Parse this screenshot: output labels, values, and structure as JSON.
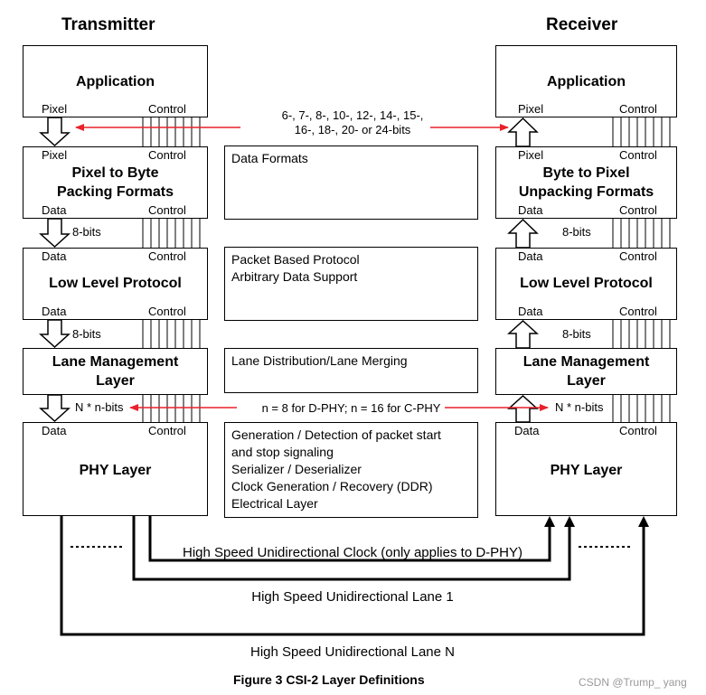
{
  "transmitter": {
    "title": "Transmitter",
    "application": {
      "title": "Application",
      "pixel": "Pixel",
      "control": "Control"
    },
    "packing": {
      "title_line1": "Pixel to Byte",
      "title_line2": "Packing Formats",
      "pixel": "Pixel",
      "control": "Control",
      "data": "Data",
      "control_bottom": "Control"
    },
    "llp": {
      "title": "Low Level Protocol",
      "data_top": "Data",
      "control_top": "Control",
      "data_bottom": "Data",
      "control_bottom": "Control"
    },
    "lane_mgmt": {
      "title_line1": "Lane Management",
      "title_line2": "Layer"
    },
    "phy": {
      "title": "PHY Layer",
      "data": "Data",
      "control": "Control"
    },
    "bits_8_a": "8-bits",
    "bits_8_b": "8-bits",
    "bits_n": "N * n-bits"
  },
  "receiver": {
    "title": "Receiver",
    "application": {
      "title": "Application",
      "pixel": "Pixel",
      "control": "Control"
    },
    "unpacking": {
      "title_line1": "Byte to Pixel",
      "title_line2": "Unpacking Formats",
      "pixel": "Pixel",
      "control": "Control",
      "data": "Data",
      "control_bottom": "Control"
    },
    "llp": {
      "title": "Low Level Protocol",
      "data_top": "Data",
      "control_top": "Control",
      "data_bottom": "Data",
      "control_bottom": "Control"
    },
    "lane_mgmt": {
      "title_line1": "Lane Management",
      "title_line2": "Layer"
    },
    "phy": {
      "title": "PHY Layer",
      "data": "Data",
      "control": "Control"
    },
    "bits_8_a": "8-bits",
    "bits_8_b": "8-bits",
    "bits_n": "N * n-bits"
  },
  "descriptions": {
    "data_formats": [
      "Data Formats"
    ],
    "protocol": [
      "Packet Based Protocol",
      "Arbitrary Data Support"
    ],
    "lane": [
      "Lane Distribution/Lane Merging"
    ],
    "phy": [
      "Generation / Detection of packet start",
      "and stop signaling",
      "Serializer / Deserializer",
      "Clock Generation / Recovery (DDR)",
      "Electrical Layer"
    ]
  },
  "notes": {
    "pixel_widths_line1": "6-, 7-, 8-, 10-, 12-, 14-, 15-,",
    "pixel_widths_line2": "16-, 18-, 20- or 24-bits",
    "lane_widths": "n =  8  for D-PHY; n = 16 for C-PHY"
  },
  "links": {
    "clock": "High Speed Unidirectional Clock (only applies to D-PHY)",
    "lane1": "High Speed Unidirectional Lane 1",
    "laneN": "High Speed Unidirectional Lane N"
  },
  "caption": "Figure 3 CSI-2 Layer Definitions",
  "watermark": "CSDN @Trump_ yang",
  "colors": {
    "arrow_red": "#e8212b",
    "line": "#000000"
  }
}
